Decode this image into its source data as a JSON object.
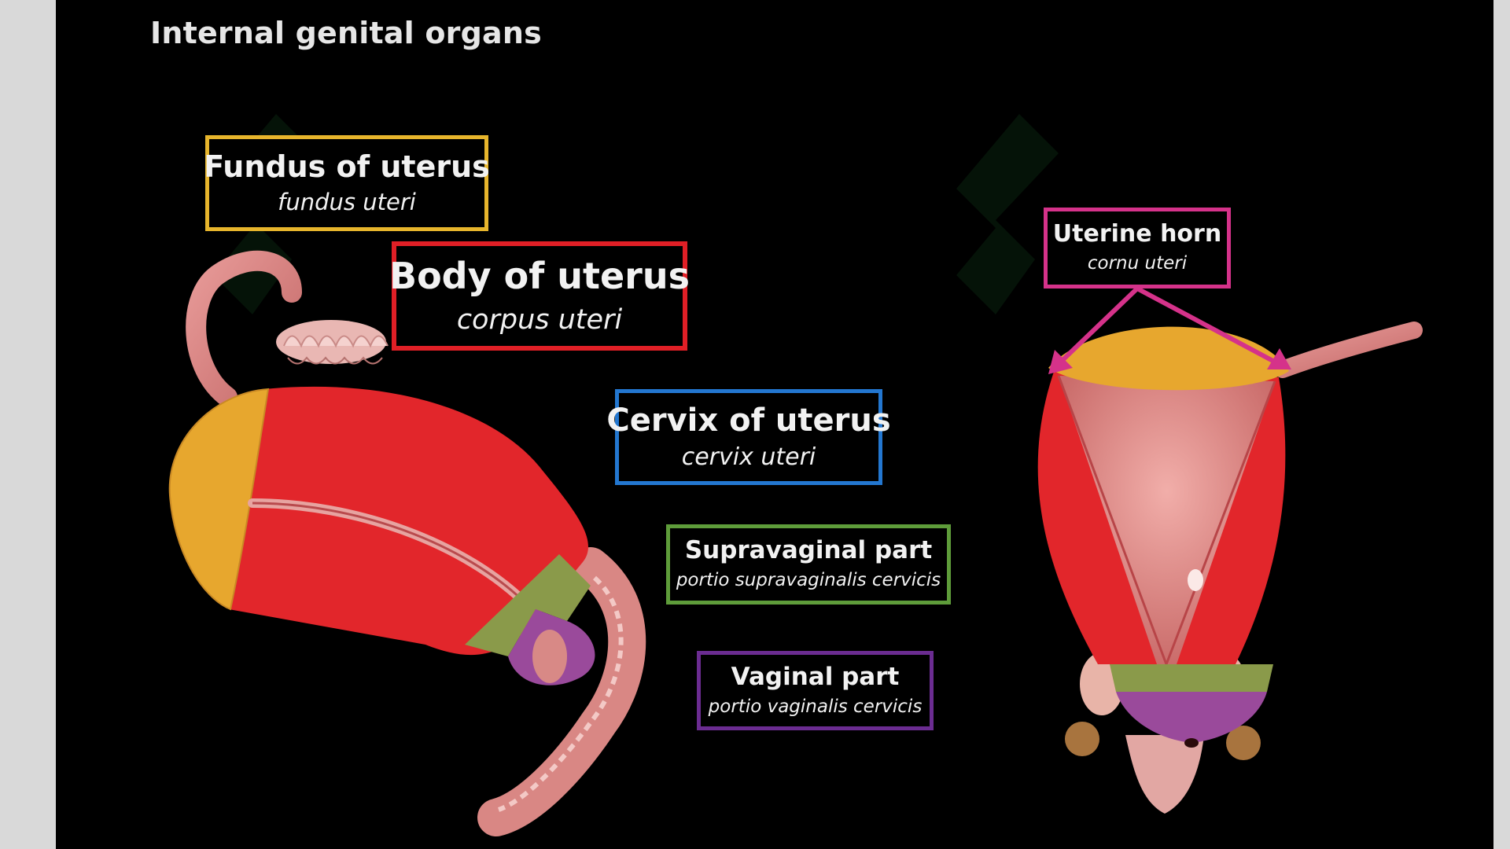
{
  "title": "Internal genital organs",
  "colors": {
    "background": "#000000",
    "fundus": "#e7a72e",
    "body": "#e2262b",
    "cervix": "#1f78d1",
    "supravaginal": "#5e9c3a",
    "vaginal": "#6b2c91",
    "horn": "#d5328a",
    "tissue": "#d98a8a"
  },
  "labels": {
    "fundus": {
      "en": "Fundus of uterus",
      "la": "fundus uteri"
    },
    "body": {
      "en": "Body of uterus",
      "la": "corpus uteri"
    },
    "cervix": {
      "en": "Cervix of uterus",
      "la": "cervix uteri"
    },
    "supra": {
      "en": "Supravaginal part",
      "la": "portio supravaginalis cervicis"
    },
    "vaginal": {
      "en": "Vaginal part",
      "la": "portio vaginalis cervicis"
    },
    "horn": {
      "en": "Uterine horn",
      "la": "cornu uteri"
    }
  }
}
